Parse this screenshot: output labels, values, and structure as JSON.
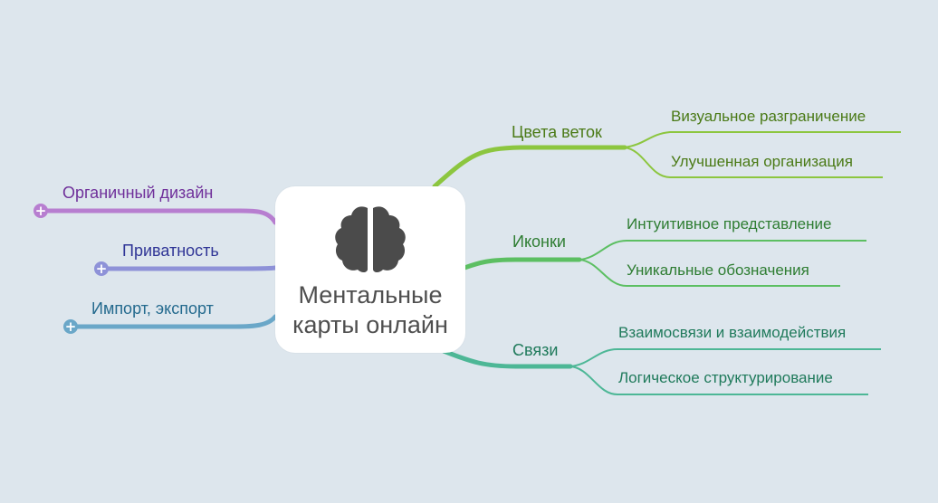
{
  "central": {
    "title_line1": "Ментальные",
    "title_line2": "карты онлайн",
    "icon": "brain-icon",
    "text_color": "#4f4f4f"
  },
  "left_branches": [
    {
      "label": "Органичный дизайн",
      "color": "#b77ed0",
      "text_color": "#6f2f9a",
      "expand": "+"
    },
    {
      "label": "Приватность",
      "color": "#8e92d8",
      "text_color": "#2f3596",
      "expand": "+"
    },
    {
      "label": "Импорт, экспорт",
      "color": "#6aa7c8",
      "text_color": "#246a8e",
      "expand": "+"
    }
  ],
  "right_branches": [
    {
      "label": "Цвета веток",
      "color": "#8cc63f",
      "text_color": "#4a7a16",
      "children": [
        "Визуальное разграничение",
        "Улучшенная организация"
      ]
    },
    {
      "label": "Иконки",
      "color": "#5cbf62",
      "text_color": "#2e7d32",
      "children": [
        "Интуитивное представление",
        "Уникальные обозначения"
      ]
    },
    {
      "label": "Связи",
      "color": "#4db796",
      "text_color": "#1f7a5b",
      "children": [
        "Взаимосвязи и взаимодействия",
        "Логическое структурирование"
      ]
    }
  ]
}
